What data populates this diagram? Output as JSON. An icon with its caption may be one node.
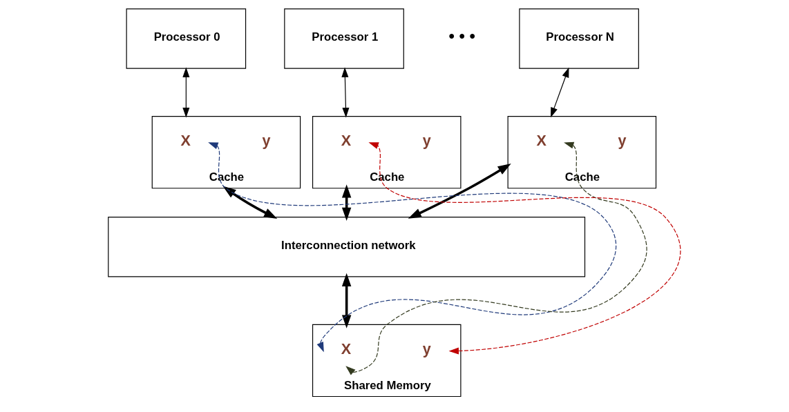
{
  "diagram": {
    "nodes": [
      {
        "text": [
          "Processor 0"
        ]
      },
      {
        "text": [
          "Processor 1"
        ]
      },
      {
        "text": [
          "Processor N"
        ]
      },
      {
        "text": [
          "Cache"
        ]
      },
      {
        "text": [
          "X"
        ],
        "in": 3
      },
      {
        "text": [
          "y"
        ],
        "in": 3
      },
      {
        "text": [
          "Cache"
        ]
      },
      {
        "text": [
          "X"
        ],
        "in": 6
      },
      {
        "text": [
          "y"
        ],
        "in": 6
      },
      {
        "text": [
          "Cache"
        ]
      },
      {
        "text": [
          "X"
        ],
        "in": 9
      },
      {
        "text": [
          "y"
        ],
        "in": 9
      },
      {
        "text": [
          "Interconnection network"
        ]
      },
      {
        "text": [
          "Shared Memory"
        ]
      },
      {
        "text": [
          "X"
        ],
        "in": 13
      },
      {
        "text": [
          "y"
        ],
        "in": 13
      }
    ],
    "edges": [
      {
        "from": 0,
        "to": 3,
        "arrow": "both"
      },
      {
        "from": 1,
        "to": 6,
        "arrow": "both"
      },
      {
        "from": 2,
        "to": 9,
        "arrow": "both"
      },
      {
        "from": 3,
        "to": 12,
        "arrow": "both",
        "style": "thick"
      },
      {
        "from": 6,
        "to": 12,
        "arrow": "both",
        "style": "thick"
      },
      {
        "from": 9,
        "to": 12,
        "arrow": "both",
        "style": "thick"
      },
      {
        "from": 12,
        "to": 13,
        "arrow": "both",
        "style": "thick"
      },
      {
        "from": 14,
        "to": 4,
        "arrow": "both",
        "style": "dashed",
        "color": "#1f3a7a"
      },
      {
        "from": 15,
        "to": 7,
        "arrow": "both",
        "style": "dashed",
        "color": "#c00000"
      },
      {
        "from": 14,
        "to": 10,
        "arrow": "both",
        "style": "dashed",
        "color": "#333a1f"
      }
    ],
    "labels": [
      "• • •"
    ]
  }
}
